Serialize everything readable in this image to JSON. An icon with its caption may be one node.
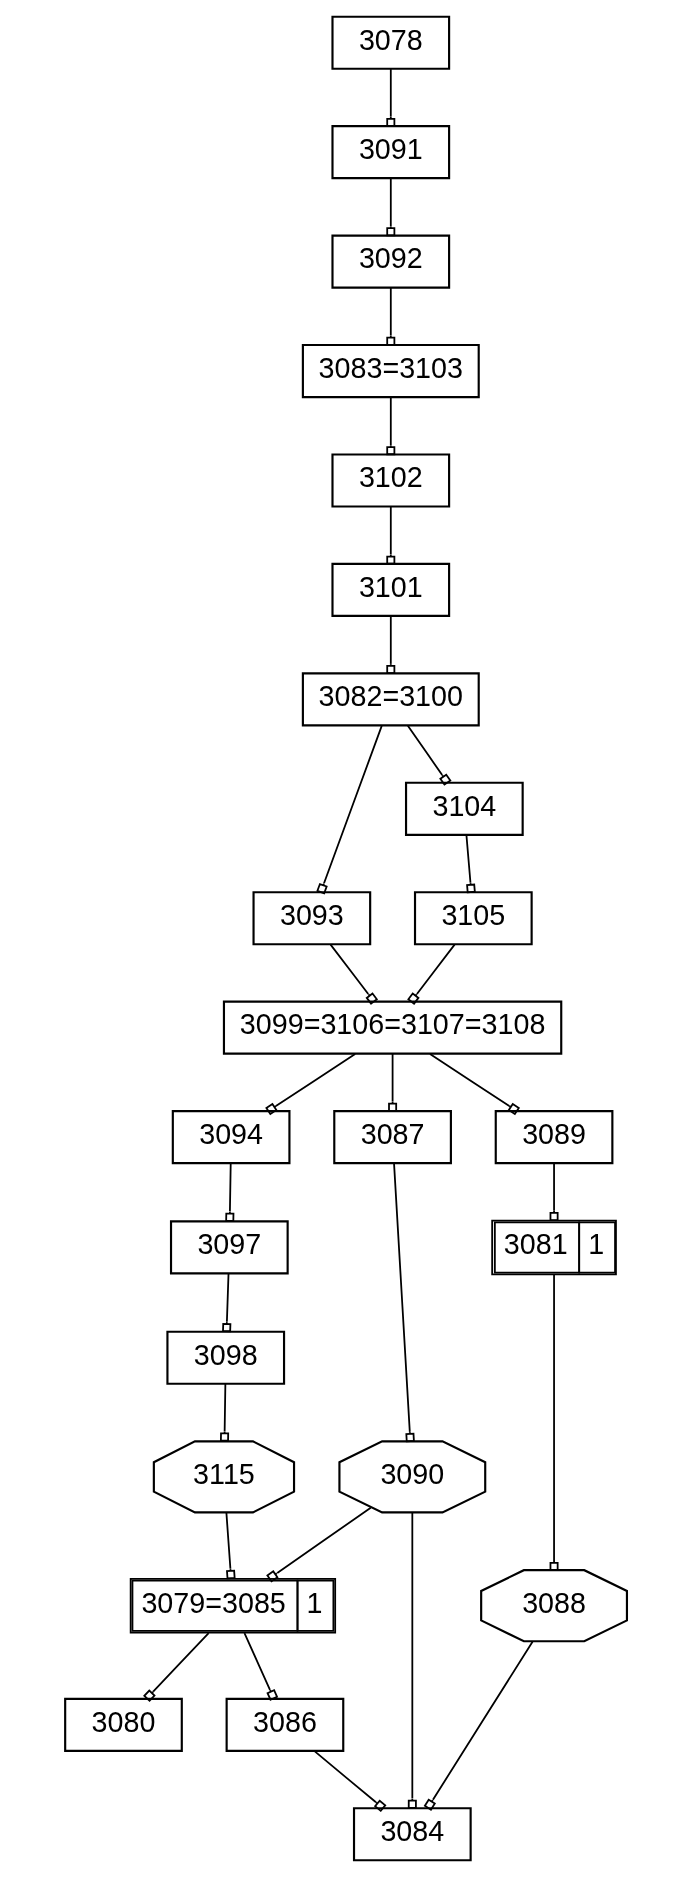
{
  "diagram": {
    "nodes": [
      {
        "text": [
          "3078"
        ]
      },
      {
        "text": [
          "3091"
        ]
      },
      {
        "text": [
          "3092"
        ]
      },
      {
        "text": [
          "3083=3103"
        ]
      },
      {
        "text": [
          "3102"
        ]
      },
      {
        "text": [
          "3101"
        ]
      },
      {
        "text": [
          "3082=3100"
        ]
      },
      {
        "text": [
          "3093"
        ]
      },
      {
        "text": [
          "3104"
        ]
      },
      {
        "text": [
          "3105"
        ]
      },
      {
        "text": [
          "3099=3106=3107=3108"
        ]
      },
      {
        "text": [
          "3094"
        ]
      },
      {
        "text": [
          "3097"
        ]
      },
      {
        "text": [
          "3098"
        ]
      },
      {
        "text": [
          "3087"
        ]
      },
      {
        "text": [
          "3115"
        ]
      },
      {
        "text": [
          "3090"
        ]
      },
      {
        "text": [
          "3089"
        ]
      },
      {
        "text": [
          "3081",
          "1"
        ]
      },
      {
        "text": [
          "3079=3085",
          "1"
        ]
      },
      {
        "text": [
          "3088"
        ]
      },
      {
        "text": [
          "3080"
        ]
      },
      {
        "text": [
          "3086"
        ]
      },
      {
        "text": [
          "3084"
        ]
      }
    ],
    "edges": [
      {
        "from": 0,
        "to": 1,
        "arrow": "other"
      },
      {
        "from": 1,
        "to": 2,
        "arrow": "other"
      },
      {
        "from": 2,
        "to": 3,
        "arrow": "other"
      },
      {
        "from": 3,
        "to": 4,
        "arrow": "other"
      },
      {
        "from": 4,
        "to": 5,
        "arrow": "other"
      },
      {
        "from": 5,
        "to": 6,
        "arrow": "other"
      },
      {
        "from": 6,
        "to": 7,
        "arrow": "other"
      },
      {
        "from": 6,
        "to": 8,
        "arrow": "other"
      },
      {
        "from": 8,
        "to": 9,
        "arrow": "other"
      },
      {
        "from": 7,
        "to": 10,
        "arrow": "other"
      },
      {
        "from": 9,
        "to": 10,
        "arrow": "other"
      },
      {
        "from": 10,
        "to": 17,
        "arrow": "other"
      },
      {
        "from": 10,
        "to": 11,
        "arrow": "other"
      },
      {
        "from": 10,
        "to": 14,
        "arrow": "other"
      },
      {
        "from": 11,
        "to": 12,
        "arrow": "other"
      },
      {
        "from": 12,
        "to": 13,
        "arrow": "other"
      },
      {
        "from": 13,
        "to": 15,
        "arrow": "other"
      },
      {
        "from": 14,
        "to": 16,
        "arrow": "other"
      },
      {
        "from": 15,
        "to": 19,
        "arrow": "other"
      },
      {
        "from": 16,
        "to": 19,
        "arrow": "other"
      },
      {
        "from": 16,
        "to": 23,
        "arrow": "other"
      },
      {
        "from": 17,
        "to": 18,
        "arrow": "other"
      },
      {
        "from": 18,
        "to": 20,
        "arrow": "other"
      },
      {
        "from": 19,
        "to": 21,
        "arrow": "other"
      },
      {
        "from": 19,
        "to": 22,
        "arrow": "other"
      },
      {
        "from": 20,
        "to": 23,
        "arrow": "other"
      },
      {
        "from": 22,
        "to": 23,
        "arrow": "other"
      }
    ]
  }
}
